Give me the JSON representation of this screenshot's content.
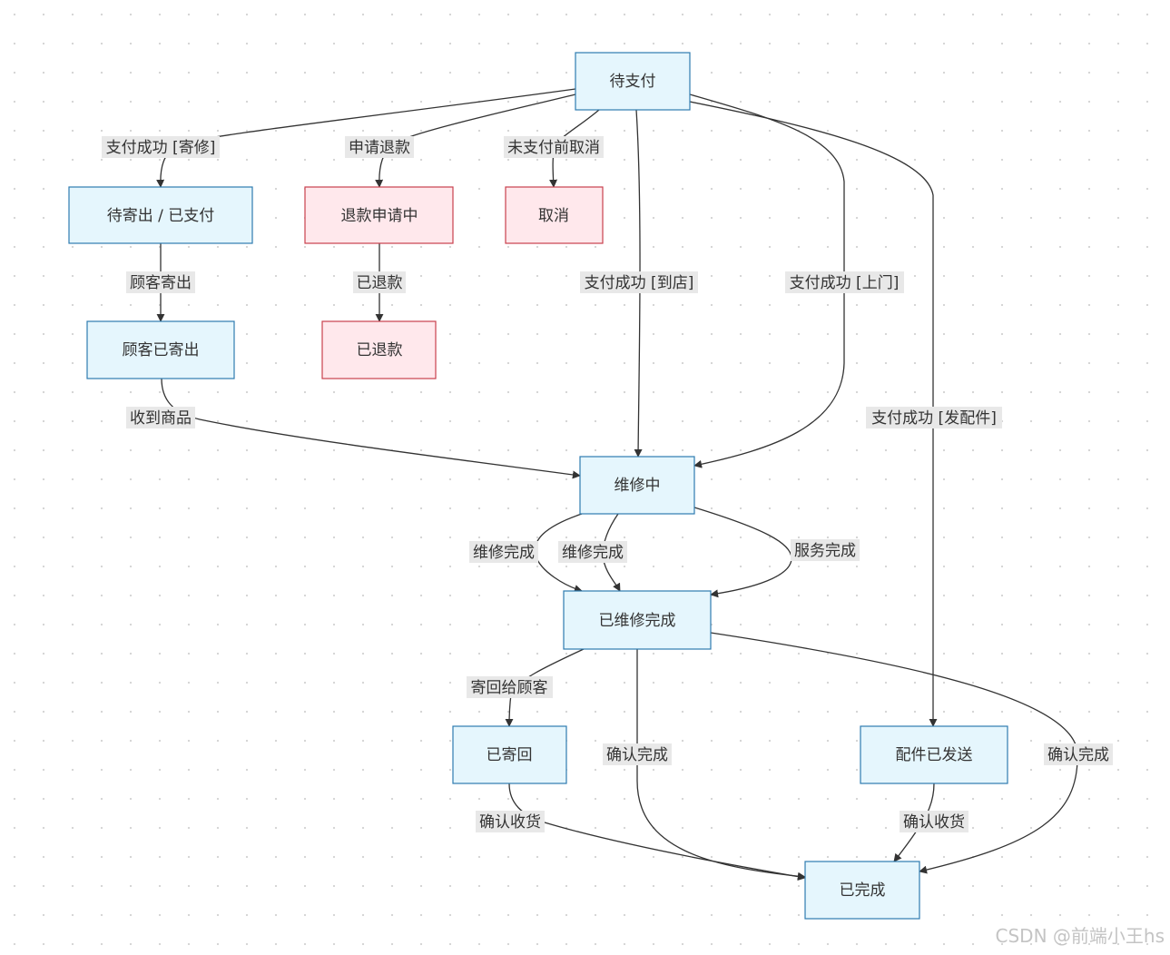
{
  "nodes": {
    "pending_payment": "待支付",
    "awaiting_shipment_paid": "待寄出 / 已支付",
    "refund_applying": "退款申请中",
    "cancelled": "取消",
    "customer_shipped": "顾客已寄出",
    "refunded": "已退款",
    "repairing": "维修中",
    "repair_done": "已维修完成",
    "shipped_back": "已寄回",
    "parts_sent": "配件已发送",
    "completed": "已完成"
  },
  "edges": {
    "pay_mail": "支付成功 [寄修]",
    "apply_refund": "申请退款",
    "cancel_before_pay": "未支付前取消",
    "pay_store": "支付成功 [到店]",
    "pay_onsite": "支付成功 [上门]",
    "pay_parts": "支付成功 [发配件]",
    "customer_ship": "顾客寄出",
    "refund_done": "已退款",
    "goods_received": "收到商品",
    "repair_finished_1": "维修完成",
    "repair_finished_2": "维修完成",
    "service_finished": "服务完成",
    "ship_back_customer": "寄回给顾客",
    "confirm_done_1": "确认完成",
    "confirm_done_2": "确认完成",
    "confirm_receipt_1": "确认收货",
    "confirm_receipt_2": "确认收货"
  },
  "colors": {
    "normal_fill": "#e5f6fd",
    "normal_stroke": "#2e7bb0",
    "terminal_fill": "#ffe8ec",
    "terminal_stroke": "#c9404e",
    "edge": "#333333",
    "label_bg": "#e8e8e8"
  },
  "watermark": "CSDN @前端小王hs"
}
